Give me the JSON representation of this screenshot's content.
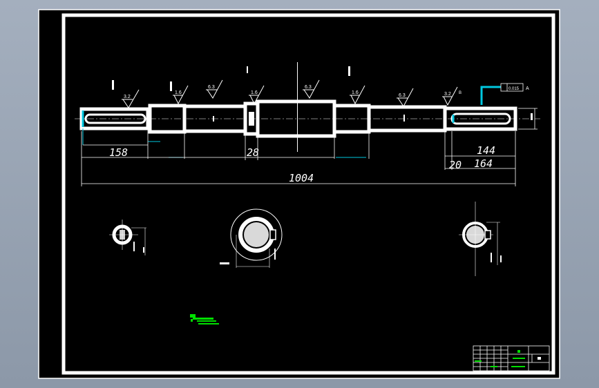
{
  "drawing": {
    "colors": {
      "background": "#000000",
      "outline": "#ffffff",
      "highlight": "#00c8e0",
      "note": "#00e000",
      "window": "#9aa6b5"
    },
    "dimensions": {
      "d158": "158",
      "d28": "28",
      "d144": "144",
      "d20": "20",
      "d164": "164",
      "d1004": "1004"
    },
    "roughness": {
      "r1": "3.2",
      "r2": "1.6",
      "r3": "6.3",
      "r4": "1.6",
      "r5": "6.3",
      "r6": "1.6",
      "r7": "6.3",
      "r8": "3.2"
    },
    "datum": {
      "tolerance": "0.015",
      "ref": "A",
      "label_b": "B"
    }
  }
}
